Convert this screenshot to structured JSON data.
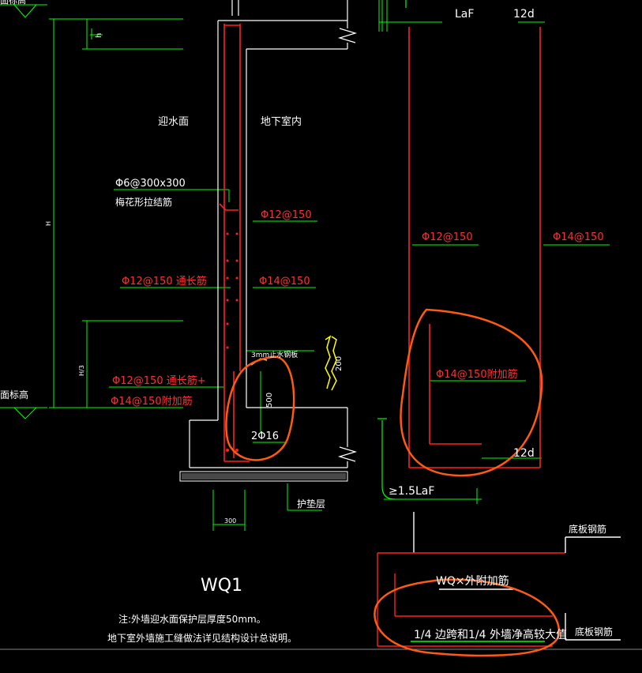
{
  "labels": {
    "water_face": "迎水面",
    "basement_interior": "地下室内",
    "tie_bar_spec": "Φ6@300x300",
    "tie_bar_desc": "梅花形拉结筋",
    "rebar_12_150": "Φ12@150",
    "rebar_12_150_through": "Φ12@150 通长筋",
    "rebar_14_150": "Φ14@150",
    "waterstop": "3mm止水钢板",
    "rebar_12_150_through2": "Φ12@150 通长筋+",
    "rebar_14_150_extra": "Φ14@150附加筋",
    "dim_500": "500",
    "bar_2d16": "2Φ16",
    "dim_200": "200",
    "dim_300": "300",
    "protection_layer": "护垫层",
    "floor_elevation": "面标高",
    "dim_H": "H",
    "dim_H3": "H/3",
    "dim_h": "h",
    "title": "WQ1",
    "note_line1": "注:外墙迎水面保护层厚度50mm。",
    "note_line2": "地下室外墙施工缝做法详见结构设计总说明。",
    "right_laF": "LaF",
    "right_12d_top": "12d",
    "right_12_150": "Φ12@150",
    "right_14_150": "Φ14@150",
    "right_14_150_extra": "Φ14@150附加筋",
    "right_12d_bottom": "12d",
    "right_1_5laF": "≥1.5LaF",
    "slab_rebar_top": "底板钢筋",
    "wq_extra": "WQ×外附加筋",
    "slab_rebar_bottom": "底板钢筋",
    "quarter_span": "1/4 边跨和1/4 外墙净高较大值"
  },
  "colors": {
    "wall": "#ffffff",
    "dimension": "#00ff00",
    "rebar": "#ff2020",
    "annotation_red": "#ff3030",
    "highlight": "#ff5a14",
    "waterstop": "#ffff00"
  }
}
